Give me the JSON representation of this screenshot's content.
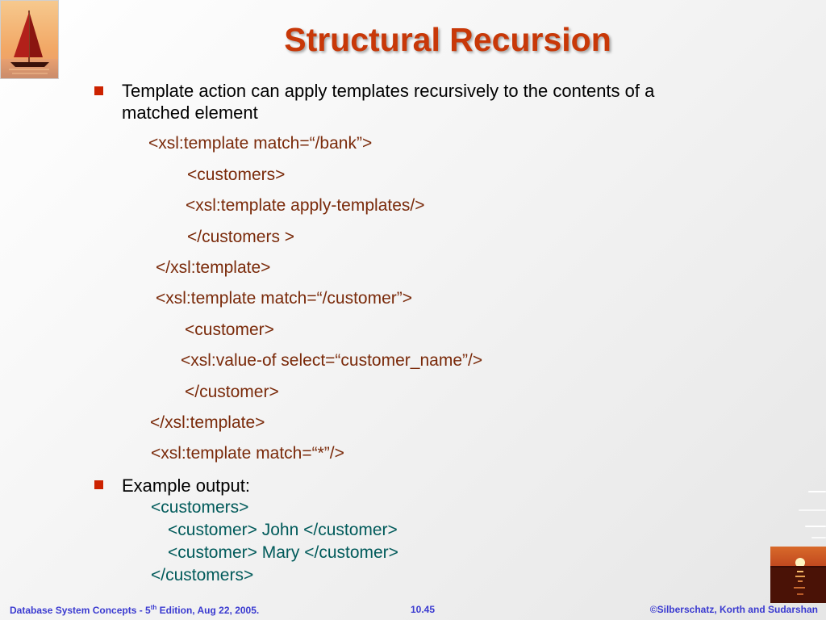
{
  "title": "Structural Recursion",
  "bullets": [
    {
      "line1": "Template action can apply templates recursively to the contents of a",
      "line2": "matched element"
    },
    {
      "line1": "Example output:"
    }
  ],
  "code_lines": [
    "<xsl:template match=“/bank”>",
    "<customers>",
    "<xsl:template apply-templates/>",
    "</customers >",
    "</xsl:template>",
    "<xsl:template match=“/customer”>",
    "<customer>",
    "<xsl:value-of select=“customer_name”/>",
    "</customer>",
    "</xsl:template>",
    "<xsl:template match=“*”/>"
  ],
  "output_lines": [
    "<customers>",
    "<customer> John </customer>",
    "<customer> Mary </customer>",
    "</customers>"
  ],
  "footer": {
    "left_prefix": "Database System Concepts - 5",
    "left_sup": "th",
    "left_suffix": " Edition, Aug 22, 2005.",
    "center": "10.45",
    "right": "©Silberschatz, Korth and Sudarshan"
  },
  "colors": {
    "title": "#c83808",
    "bullet": "#cc2200",
    "code": "#7a2a0a",
    "output": "#005a5a",
    "footer": "#3a3ad0"
  }
}
